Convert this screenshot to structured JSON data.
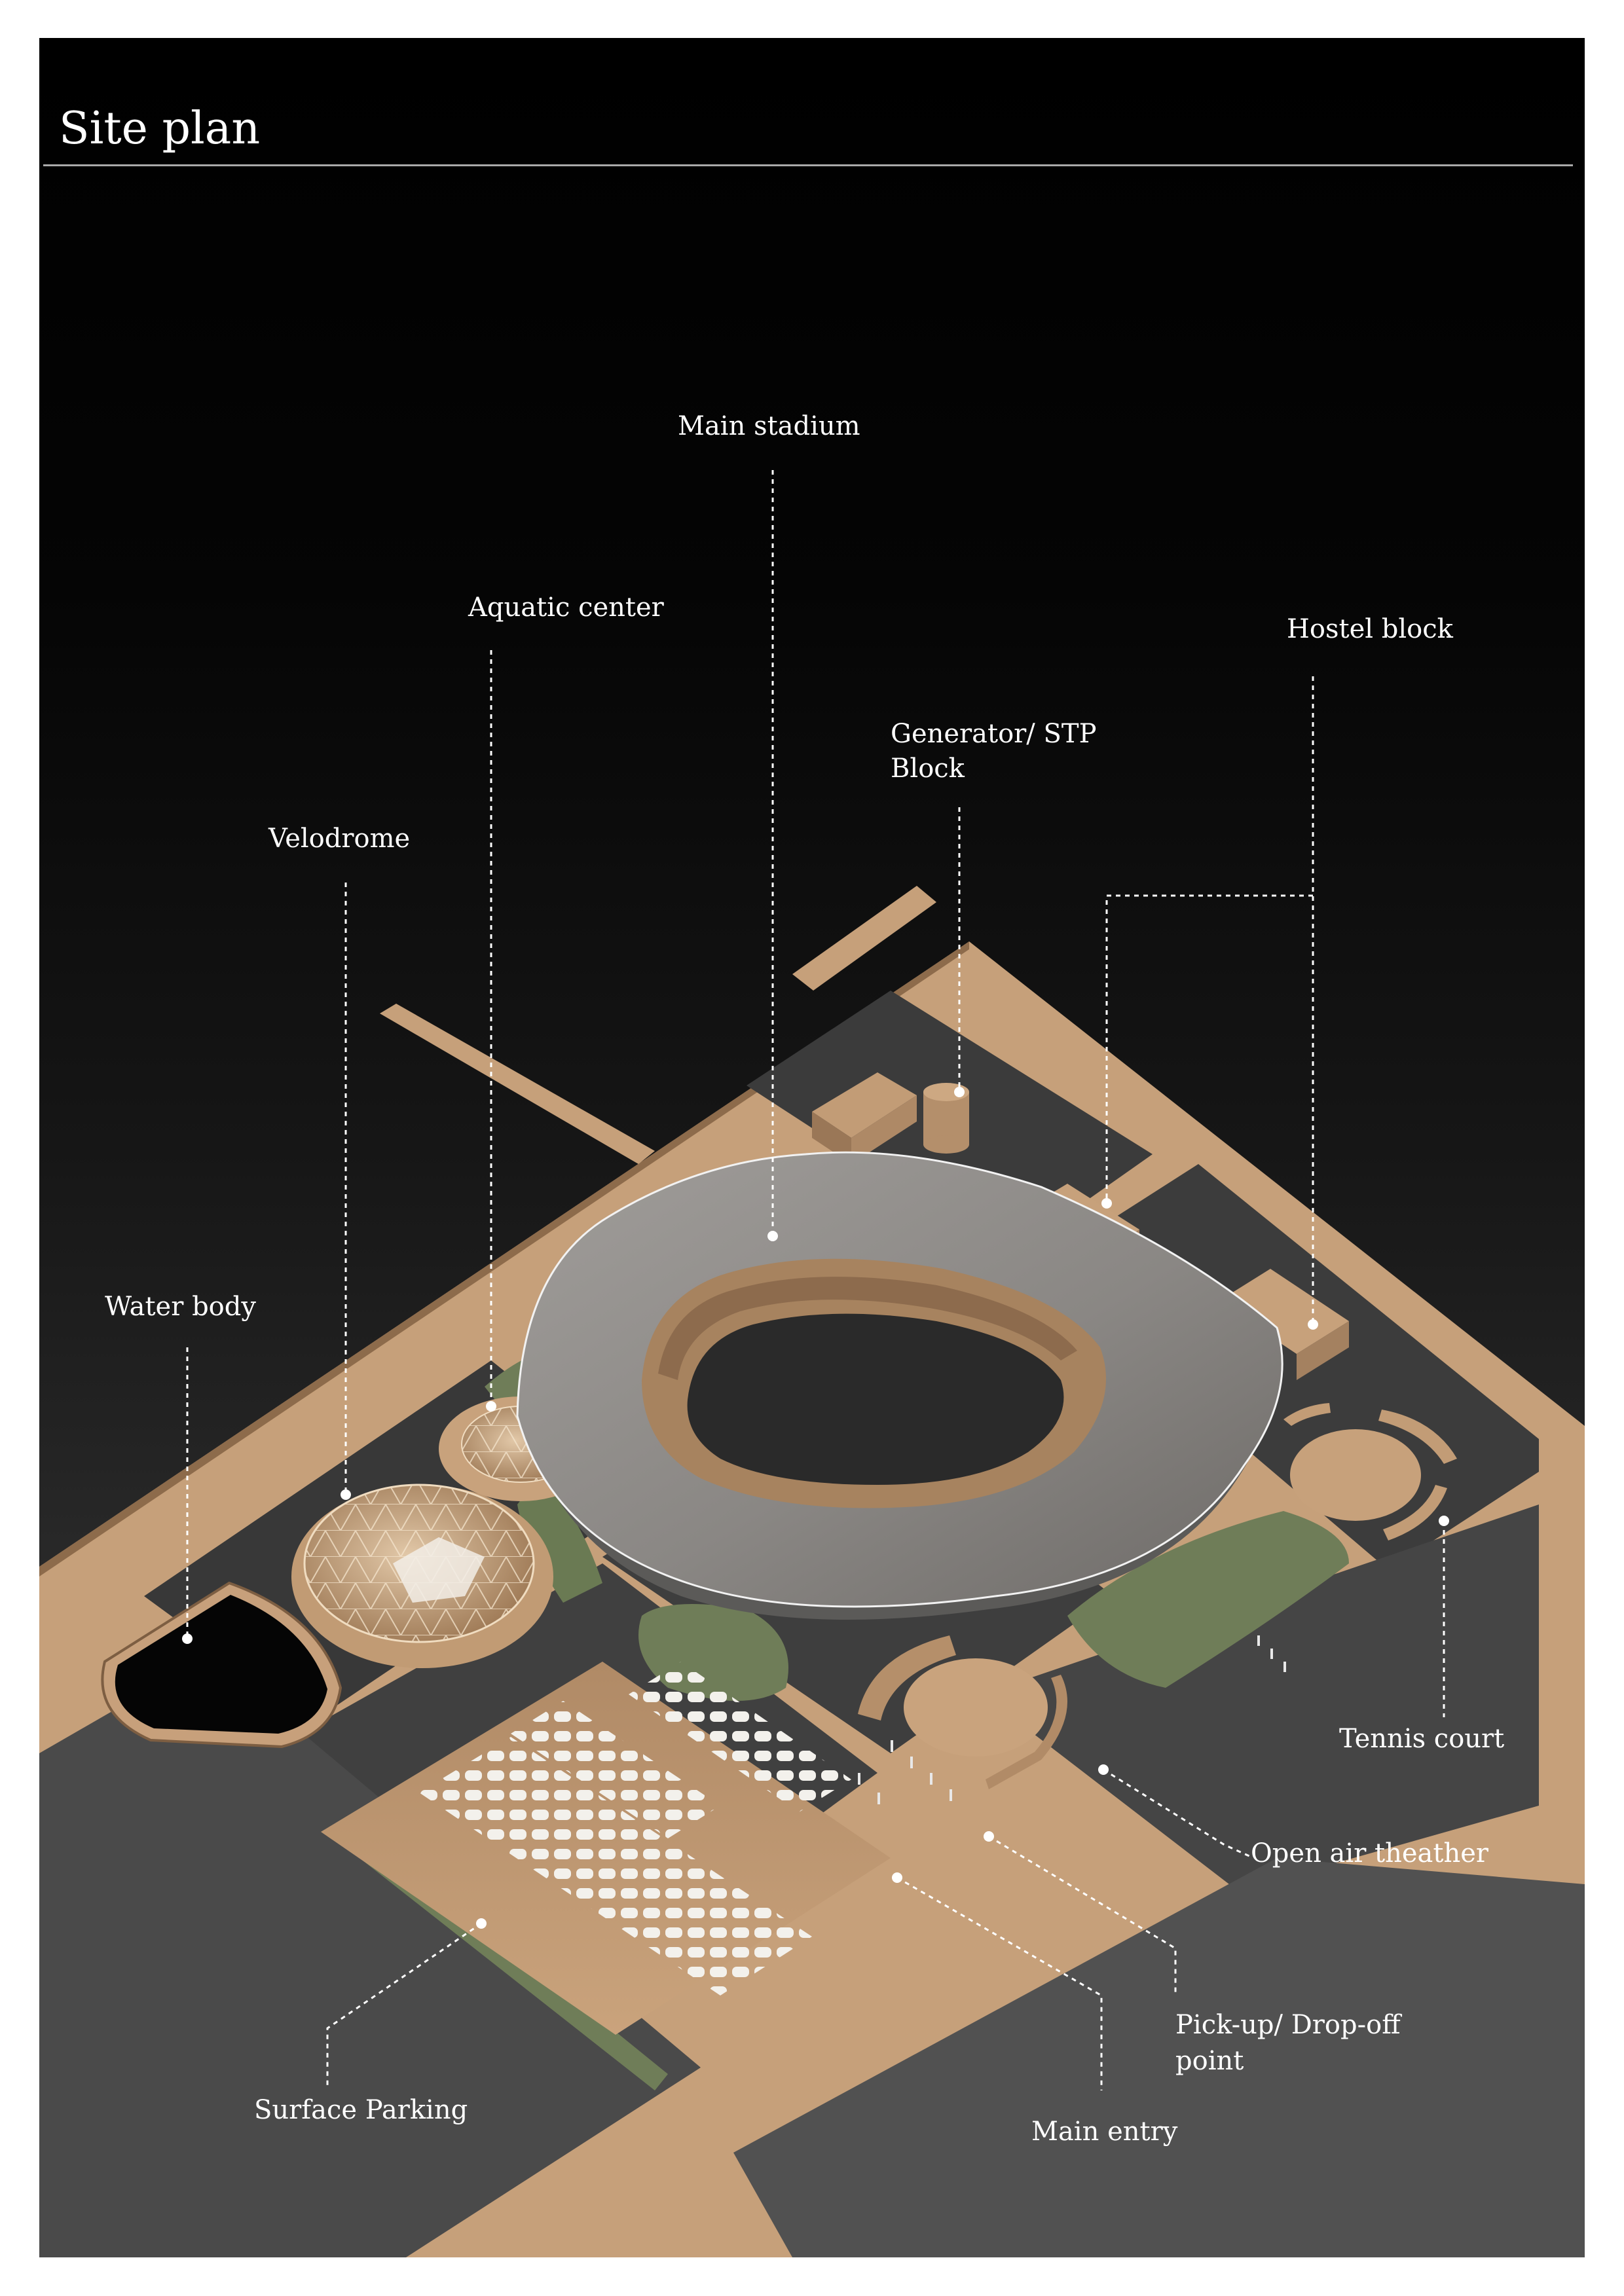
{
  "title": "Site plan",
  "colors": {
    "background": "#000000",
    "site_ground": "#c6a07a",
    "grey_surface": "#3d3d3d",
    "roof": "#8e8b88",
    "lawn": "#6f7d58",
    "water": "#050505",
    "leader_line": "#ffffff"
  },
  "labels": {
    "main_stadium": "Main stadium",
    "aquatic_center": "Aquatic center",
    "hostel_block": "Hostel block",
    "generator_stp_line1": "Generator/ STP",
    "generator_stp_line2": "Block",
    "velodrome": "Velodrome",
    "water_body": "Water body",
    "tennis_court": "Tennis court",
    "open_air_theather": "Open air theather",
    "pickup_dropoff_line1": "Pick-up/ Drop-off",
    "pickup_dropoff_line2": "point",
    "surface_parking": "Surface Parking",
    "main_entry": "Main entry"
  }
}
